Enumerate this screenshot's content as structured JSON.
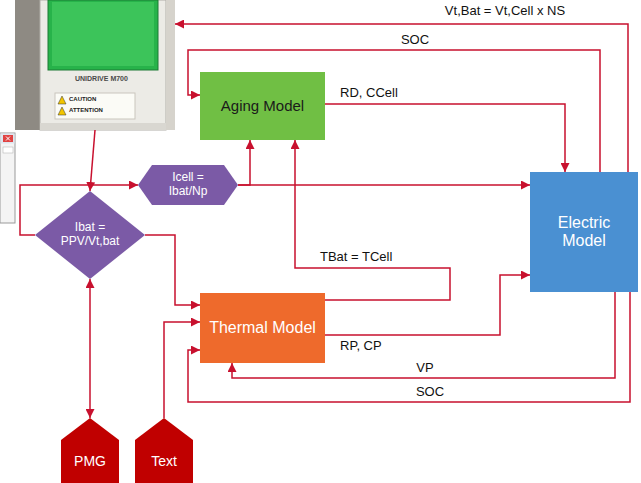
{
  "diagram": {
    "nodes": [
      {
        "text": [
          "UNIDRIVE M700",
          "CAUTION",
          "ATTENTION"
        ]
      },
      {
        "text": [
          "Aging Model"
        ]
      },
      {
        "text": [
          "Icell = Ibat/Np"
        ]
      },
      {
        "text": [
          "Electric Model"
        ]
      },
      {
        "text": [
          "Ibat = PPV/Vt,bat"
        ]
      },
      {
        "text": [
          "Thermal Model"
        ]
      },
      {
        "text": [
          "PMG"
        ]
      },
      {
        "text": [
          "Text"
        ]
      }
    ],
    "edges": [
      {
        "from": 3,
        "to": 0,
        "arrow": "to",
        "label": "Vt,Bat = Vt,Cell x NS"
      },
      {
        "from": 3,
        "to": 1,
        "arrow": "to",
        "label": "SOC"
      },
      {
        "from": 1,
        "to": 3,
        "arrow": "to",
        "label": "RD, CCell"
      },
      {
        "from": 4,
        "to": 2,
        "arrow": "to"
      },
      {
        "from": 2,
        "to": 3,
        "arrow": "to"
      },
      {
        "from": 2,
        "to": 1,
        "arrow": "to"
      },
      {
        "from": 5,
        "to": 1,
        "arrow": "to",
        "label": "TBat = TCell"
      },
      {
        "from": 5,
        "to": 3,
        "arrow": "to",
        "label": "RP, CP"
      },
      {
        "from": 3,
        "to": 5,
        "arrow": "to",
        "label": "VP"
      },
      {
        "from": 3,
        "to": 5,
        "arrow": "to",
        "label": "SOC"
      },
      {
        "from": 4,
        "to": 5,
        "arrow": "to"
      },
      {
        "from": 7,
        "to": 5,
        "arrow": "to"
      },
      {
        "from": 6,
        "to": 4,
        "arrow": "both"
      },
      {
        "from": 0,
        "to": 4,
        "arrow": "to"
      }
    ]
  }
}
